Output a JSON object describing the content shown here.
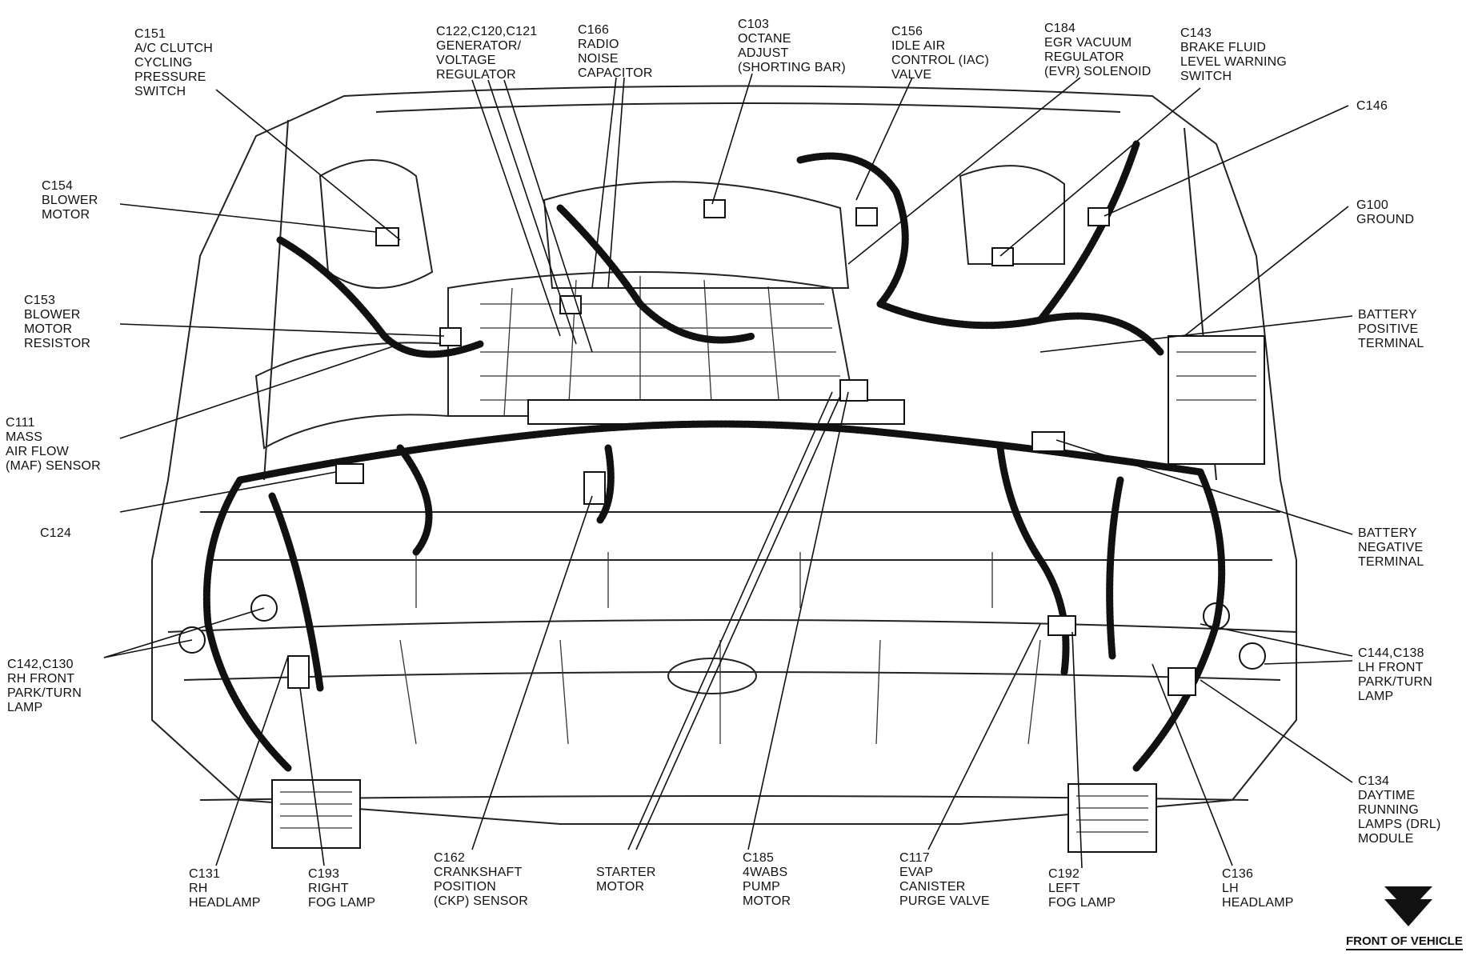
{
  "callouts": {
    "c151": "C151\nA/C CLUTCH\nCYCLING\nPRESSURE\nSWITCH",
    "c122": "C122,C120,C121\nGENERATOR/\nVOLTAGE\nREGULATOR",
    "c166": "C166\nRADIO\nNOISE\nCAPACITOR",
    "c103": "C103\nOCTANE\nADJUST\n(SHORTING BAR)",
    "c156": "C156\nIDLE AIR\nCONTROL (IAC)\nVALVE",
    "c184": "C184\nEGR VACUUM\nREGULATOR\n(EVR) SOLENOID",
    "c143": "C143\nBRAKE FLUID\nLEVEL WARNING\nSWITCH",
    "c146": "C146",
    "g100": "G100\nGROUND",
    "battery_pos": "BATTERY\nPOSITIVE\nTERMINAL",
    "battery_neg": "BATTERY\nNEGATIVE\nTERMINAL",
    "c144": "C144,C138\nLH FRONT\nPARK/TURN\nLAMP",
    "c134": "C134\nDAYTIME\nRUNNING\nLAMPS (DRL)\nMODULE",
    "c136": "C136\nLH\nHEADLAMP",
    "c192": "C192\nLEFT\nFOG LAMP",
    "c117": "C117\nEVAP\nCANISTER\nPURGE VALVE",
    "c185": "C185\n4WABS\nPUMP\nMOTOR",
    "starter": "STARTER\nMOTOR",
    "c162": "C162\nCRANKSHAFT\nPOSITION\n(CKP) SENSOR",
    "c193": "C193\nRIGHT\nFOG LAMP",
    "c131": "C131\nRH\nHEADLAMP",
    "c142": "C142,C130\nRH FRONT\nPARK/TURN\nLAMP",
    "c124": "C124",
    "c111": "C111\nMASS\nAIR FLOW\n(MAF) SENSOR",
    "c153": "C153\nBLOWER\nMOTOR\nRESISTOR",
    "c154": "C154\nBLOWER\nMOTOR"
  },
  "front_of_vehicle": "FRONT OF VEHICLE"
}
